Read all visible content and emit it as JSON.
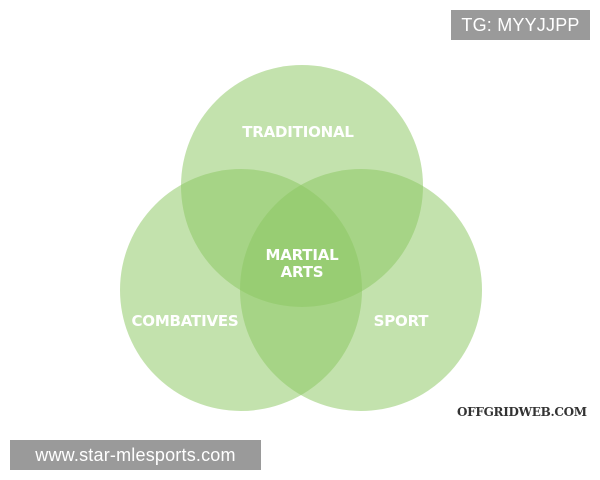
{
  "watermark_top": "TG: MYYJJPP",
  "watermark_bottom": "www.star-mlesports.com",
  "credit": "OFFGRIDWEB.COM",
  "diagram": {
    "sets": [
      {
        "label": "TRADITIONAL"
      },
      {
        "label": "COMBATIVES"
      },
      {
        "label": "SPORT"
      }
    ],
    "center_label": [
      "MARTIAL",
      "ARTS"
    ]
  },
  "colors": {
    "circle_fill": "#8cc861",
    "label": "#ffffff",
    "badge": "#9a9a9a",
    "credit": "#333333"
  }
}
